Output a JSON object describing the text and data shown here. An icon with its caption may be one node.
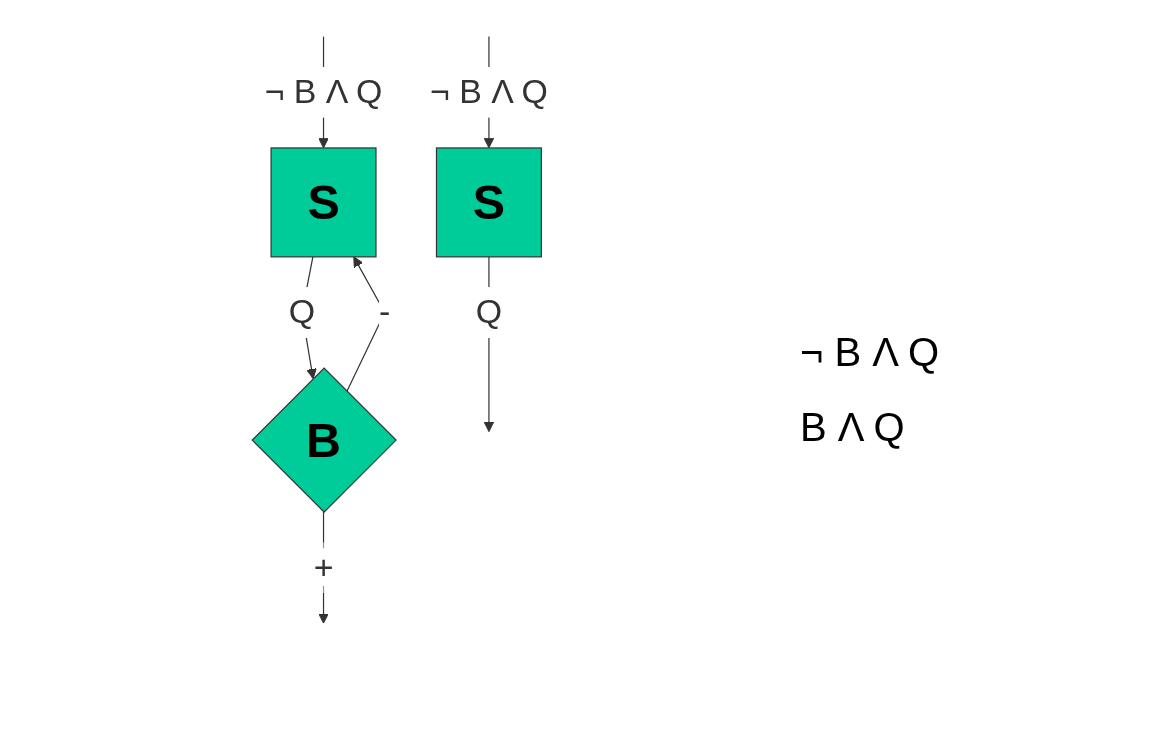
{
  "diagram": {
    "nodes": [
      {
        "text": [
          "S"
        ]
      },
      {
        "text": [
          "S"
        ]
      },
      {
        "text": [
          "B"
        ]
      }
    ],
    "edges": [
      {
        "from": null,
        "to": 0,
        "arrow": "to",
        "label": "¬ B Λ Q"
      },
      {
        "from": 0,
        "to": null,
        "arrow": "to",
        "label": "Q"
      },
      {
        "from": null,
        "to": 1,
        "arrow": "to",
        "label": "¬ B Λ Q"
      },
      {
        "from": 1,
        "to": 2,
        "arrow": "to",
        "label": "Q"
      },
      {
        "from": 2,
        "to": 1,
        "arrow": "to",
        "label": "-"
      },
      {
        "from": 2,
        "to": null,
        "arrow": "to",
        "label": "+"
      }
    ],
    "labels": [
      "¬ B Λ Q",
      "B Λ Q"
    ]
  }
}
